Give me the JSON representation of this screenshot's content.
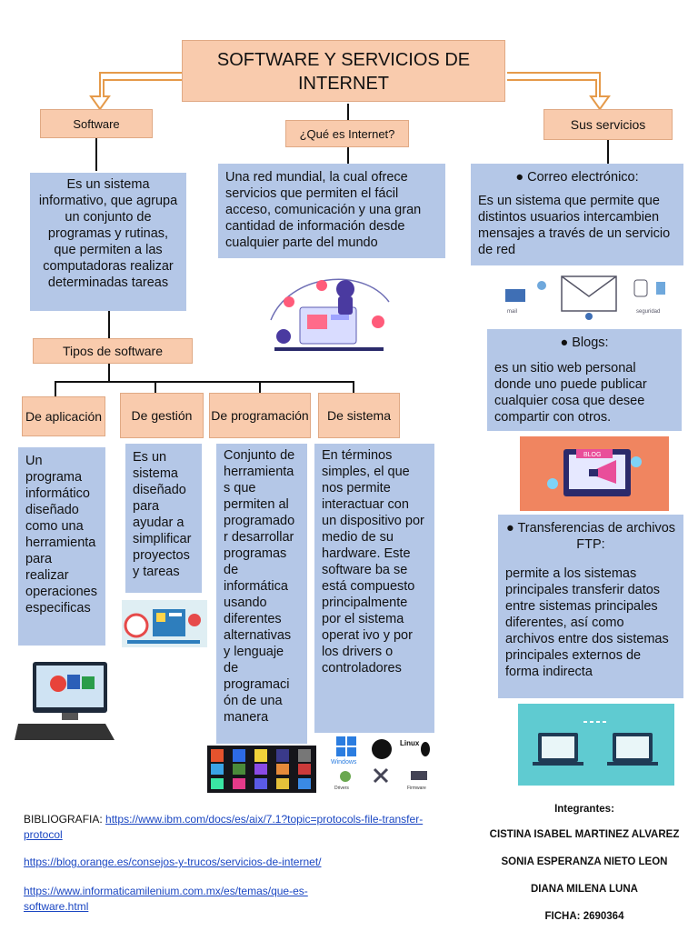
{
  "title": "SOFTWARE Y SERVICIOS DE INTERNET",
  "software": {
    "label": "Software",
    "definition": "Es un sistema informativo, que agrupa un conjunto de programas y rutinas, que permiten a las computadoras realizar determinadas tareas",
    "types_label": "Tipos de software",
    "types": [
      {
        "label": "De aplicación",
        "text": "Un programa informático diseñado como una herramienta para realizar operaciones especificas"
      },
      {
        "label": "De gestión",
        "text": "Es un sistema diseñado para ayudar a simplificar proyectos y tareas"
      },
      {
        "label": "De programación",
        "text": "Conjunto de herramienta s que permiten al programado r desarrollar programas de informática usando diferentes alternativas y lenguaje de programaci ón de una manera"
      },
      {
        "label": "De sistema",
        "text": "En términos simples, el que nos permite interactuar con un dispositivo por medio de su hardware. Este software ba se está compuesto principalmente por el sistema operat ivo y por los drivers o controladores"
      }
    ]
  },
  "internet": {
    "label": "¿Qué es Internet?",
    "definition": "Una red mundial, la cual ofrece servicios que permiten el fácil acceso, comunicación y una gran cantidad de información desde cualquier parte del mundo"
  },
  "services": {
    "label": "Sus servicios",
    "items": [
      {
        "title": "● Correo electrónico:",
        "text": "Es un sistema que permite que distintos usuarios intercambien mensajes a través de un servicio de red"
      },
      {
        "title": "● Blogs:",
        "text": "es un sitio web personal donde uno puede publicar cualquier cosa que desee compartir con otros."
      },
      {
        "title": "● Transferencias de archivos FTP:",
        "text": "permite a los sistemas principales transferir datos entre sistemas principales diferentes, así como archivos entre dos sistemas principales externos de forma indirecta"
      }
    ]
  },
  "image_text": {
    "email_left": "mail",
    "email_right": "seguridad",
    "blog": "BLOG",
    "windows": "Windows",
    "linux": "Linux",
    "drivers": "Drivers",
    "firmware": "Firmware"
  },
  "bibliography": {
    "label": "BIBLIOGRAFIA:",
    "links": [
      "https://www.ibm.com/docs/es/aix/7.1?topic=protocols-file-transfer-protocol",
      "https://blog.orange.es/consejos-y-trucos/servicios-de-internet/",
      "https://www.informaticamilenium.com.mx/es/temas/que-es-software.html"
    ]
  },
  "members": {
    "label": "Integrantes:",
    "names": [
      "CISTINA ISABEL MARTINEZ ALVAREZ",
      "SONIA ESPERANZA NIETO LEON",
      "DIANA MILENA LUNA"
    ],
    "ficha": "FICHA: 2690364"
  },
  "colors": {
    "peach": "#f9cbad",
    "blue_box": "#b4c7e7",
    "link": "#1a46c2",
    "arrow": "#e59a4a"
  }
}
